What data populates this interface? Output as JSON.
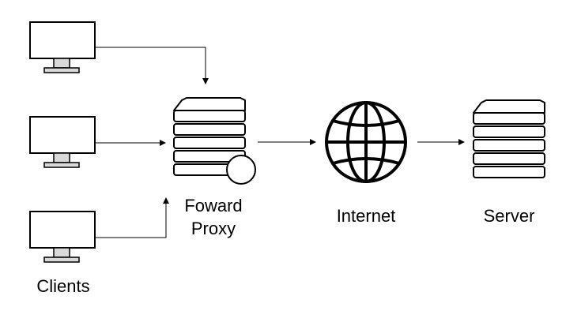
{
  "labels": {
    "clients": "Clients",
    "proxy_line1": "Foward",
    "proxy_line2": "Proxy",
    "internet": "Internet",
    "server": "Server"
  },
  "icons": {
    "client": "monitor-icon",
    "proxy": "server-rack-icon",
    "internet": "globe-icon",
    "server": "server-rack-icon"
  },
  "colors": {
    "stroke": "#000000",
    "fill": "#ffffff",
    "stand": "#d9d9d9"
  }
}
